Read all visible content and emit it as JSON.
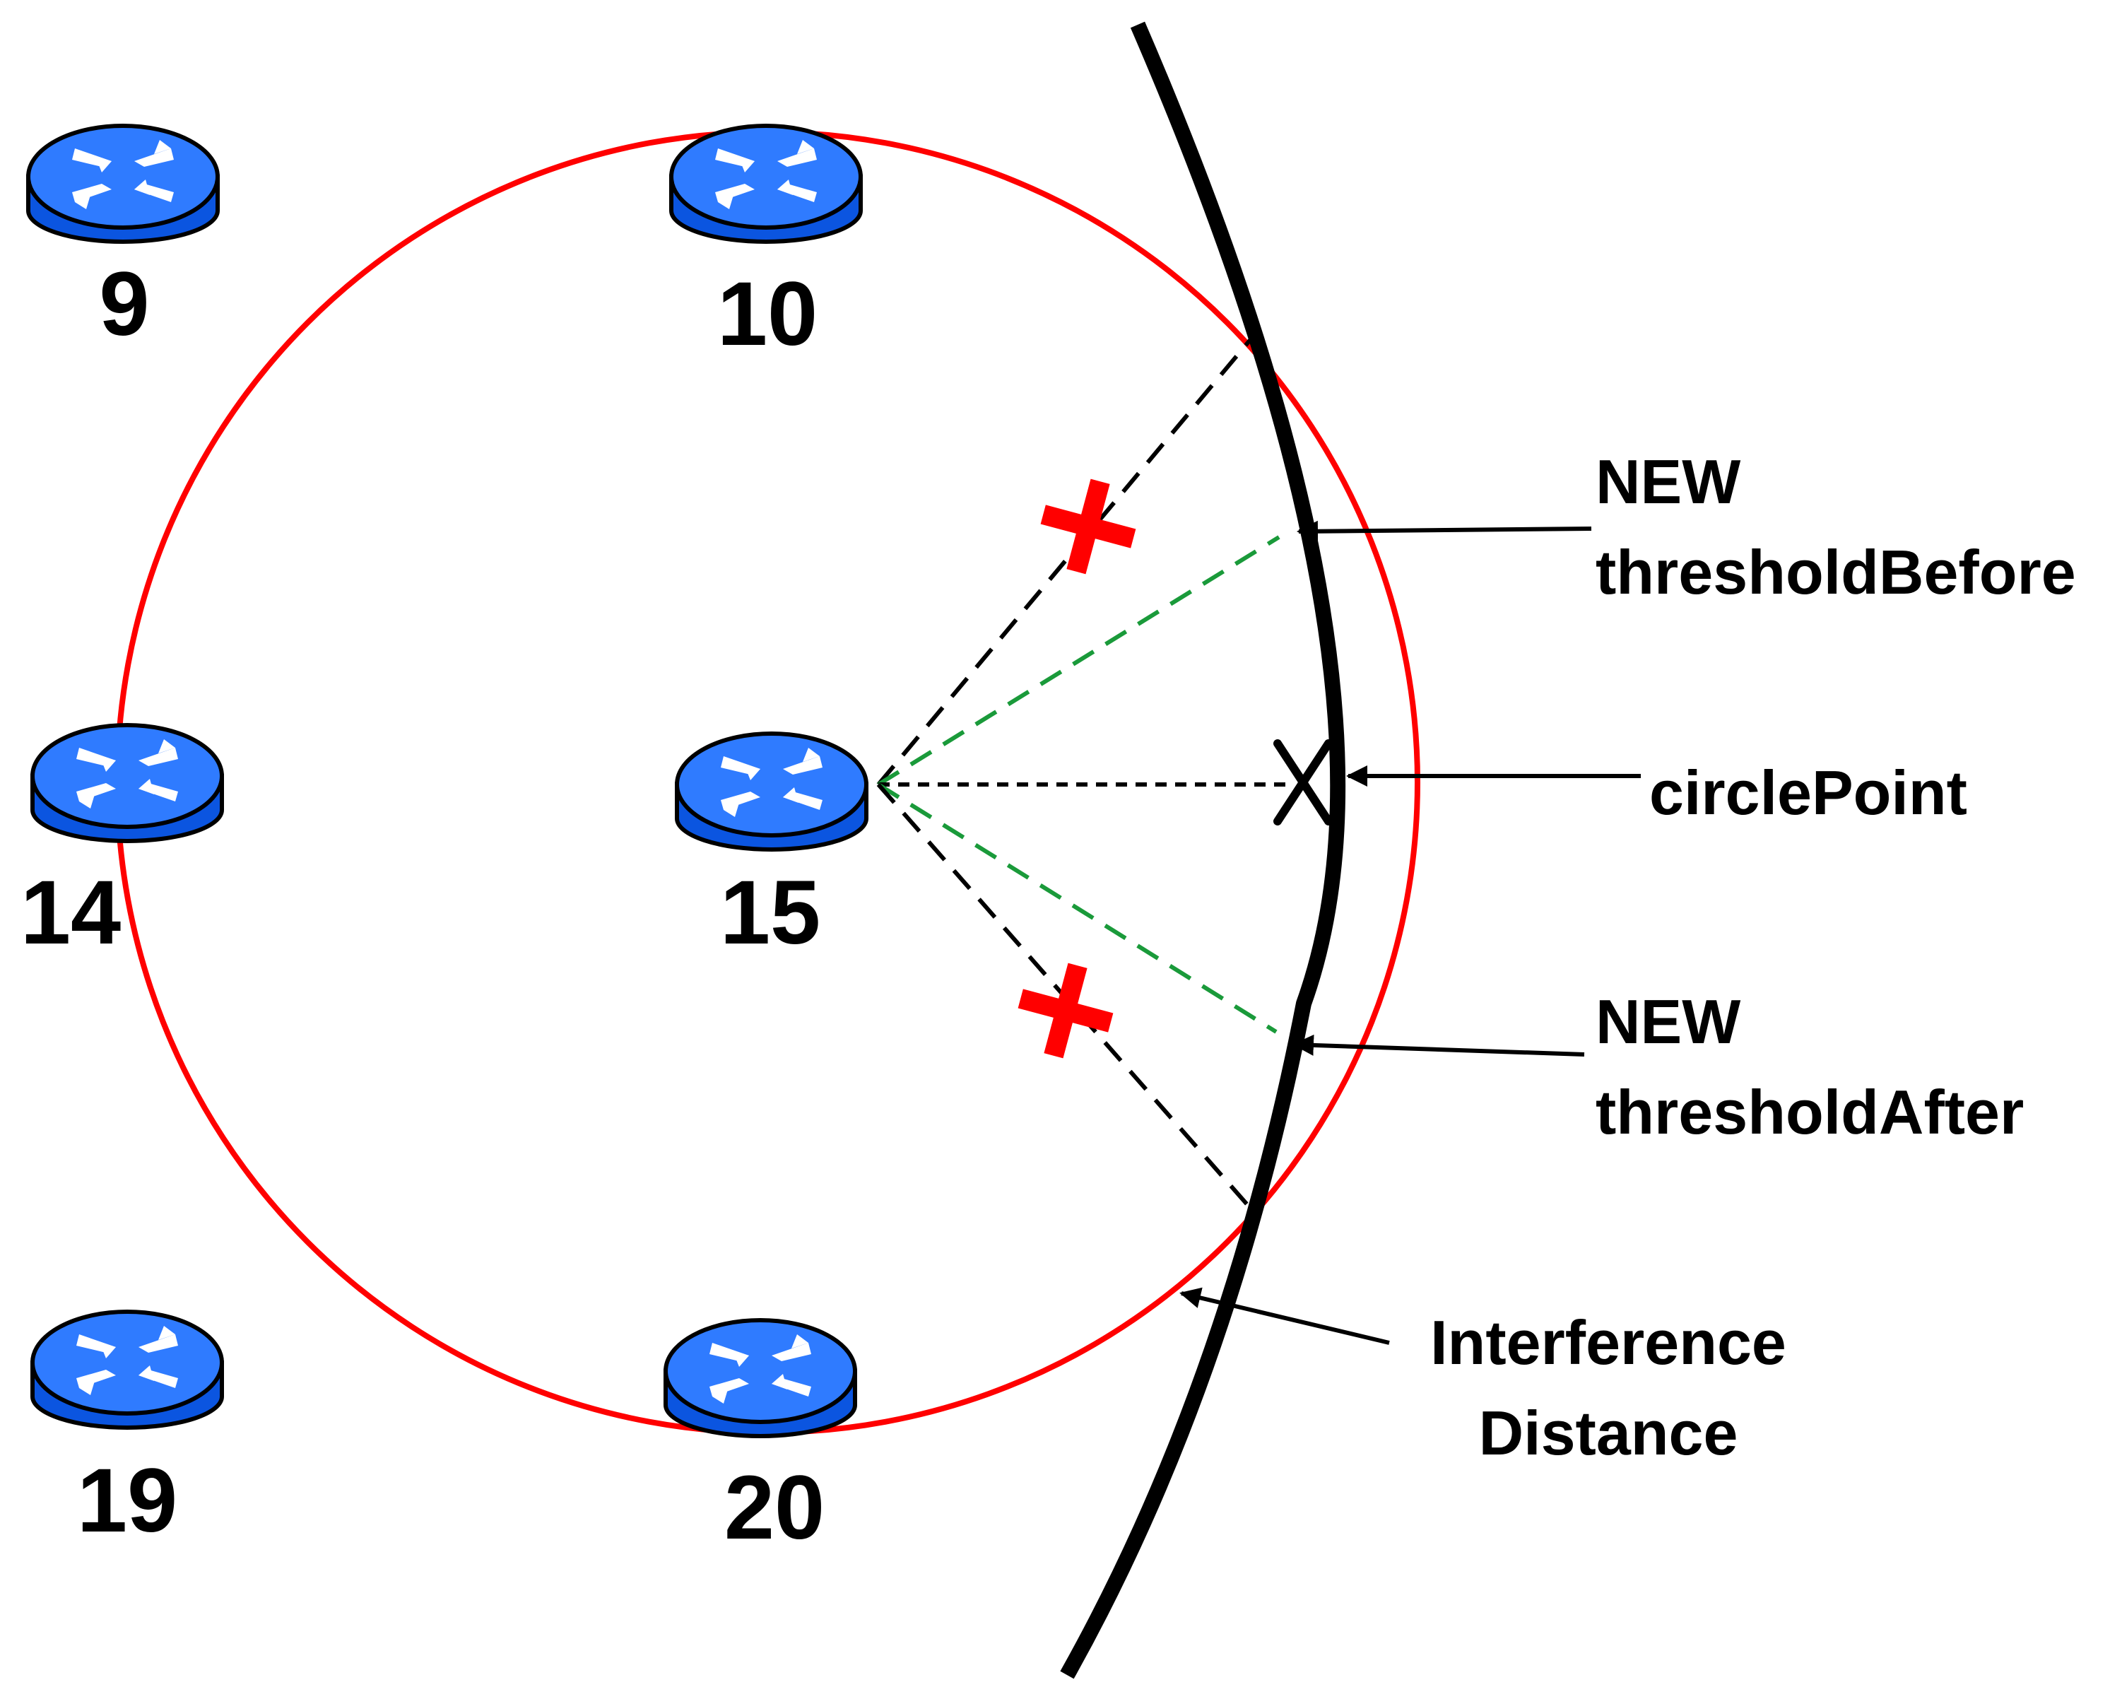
{
  "colors": {
    "router_top": "#2f7bff",
    "router_side": "#0b55e0",
    "router_outline": "#000000",
    "range_circle": "#ff0000",
    "boundary": "#000000",
    "rejected_line": "#000000",
    "accepted_line": "#1a9a3a",
    "reject_mark": "#ff0000"
  },
  "nodes": [
    {
      "id": "9",
      "label": "9"
    },
    {
      "id": "10",
      "label": "10"
    },
    {
      "id": "14",
      "label": "14"
    },
    {
      "id": "15",
      "label": "15"
    },
    {
      "id": "19",
      "label": "19"
    },
    {
      "id": "20",
      "label": "20"
    }
  ],
  "callouts": {
    "threshold_before": {
      "line1": "NEW",
      "line2": "thresholdBefore"
    },
    "circle_point": {
      "text": "circlePoint"
    },
    "threshold_after": {
      "line1": "NEW",
      "line2": "thresholdAfter"
    },
    "interference": {
      "line1": "Interference",
      "line2": "Distance"
    }
  }
}
